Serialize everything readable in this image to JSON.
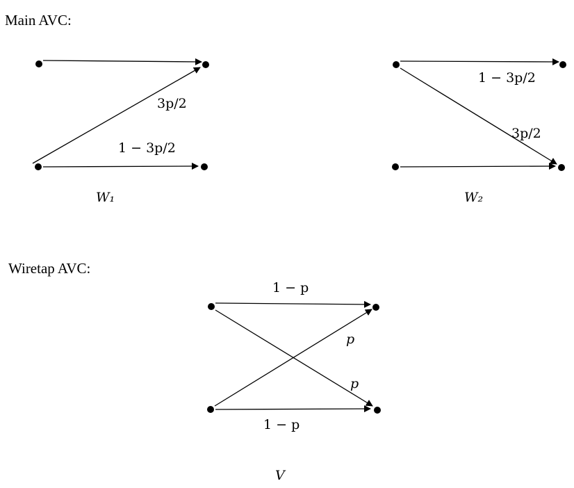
{
  "headings": {
    "main": "Main AVC:",
    "wiretap": "Wiretap AVC:"
  },
  "channels": {
    "w1": {
      "name": "W₁",
      "edge_top_label": "3p/2",
      "edge_bottom_label": "1 − 3p/2"
    },
    "w2": {
      "name": "W₂",
      "edge_top_label": "1 − 3p/2",
      "edge_cross_label": "3p/2"
    },
    "v": {
      "name": "V",
      "edge_top_label": "1 − p",
      "edge_cross_up_label": "p",
      "edge_cross_down_label": "p",
      "edge_bottom_label": "1 − p"
    }
  },
  "colors": {
    "ink": "#000000",
    "background": "#ffffff"
  }
}
